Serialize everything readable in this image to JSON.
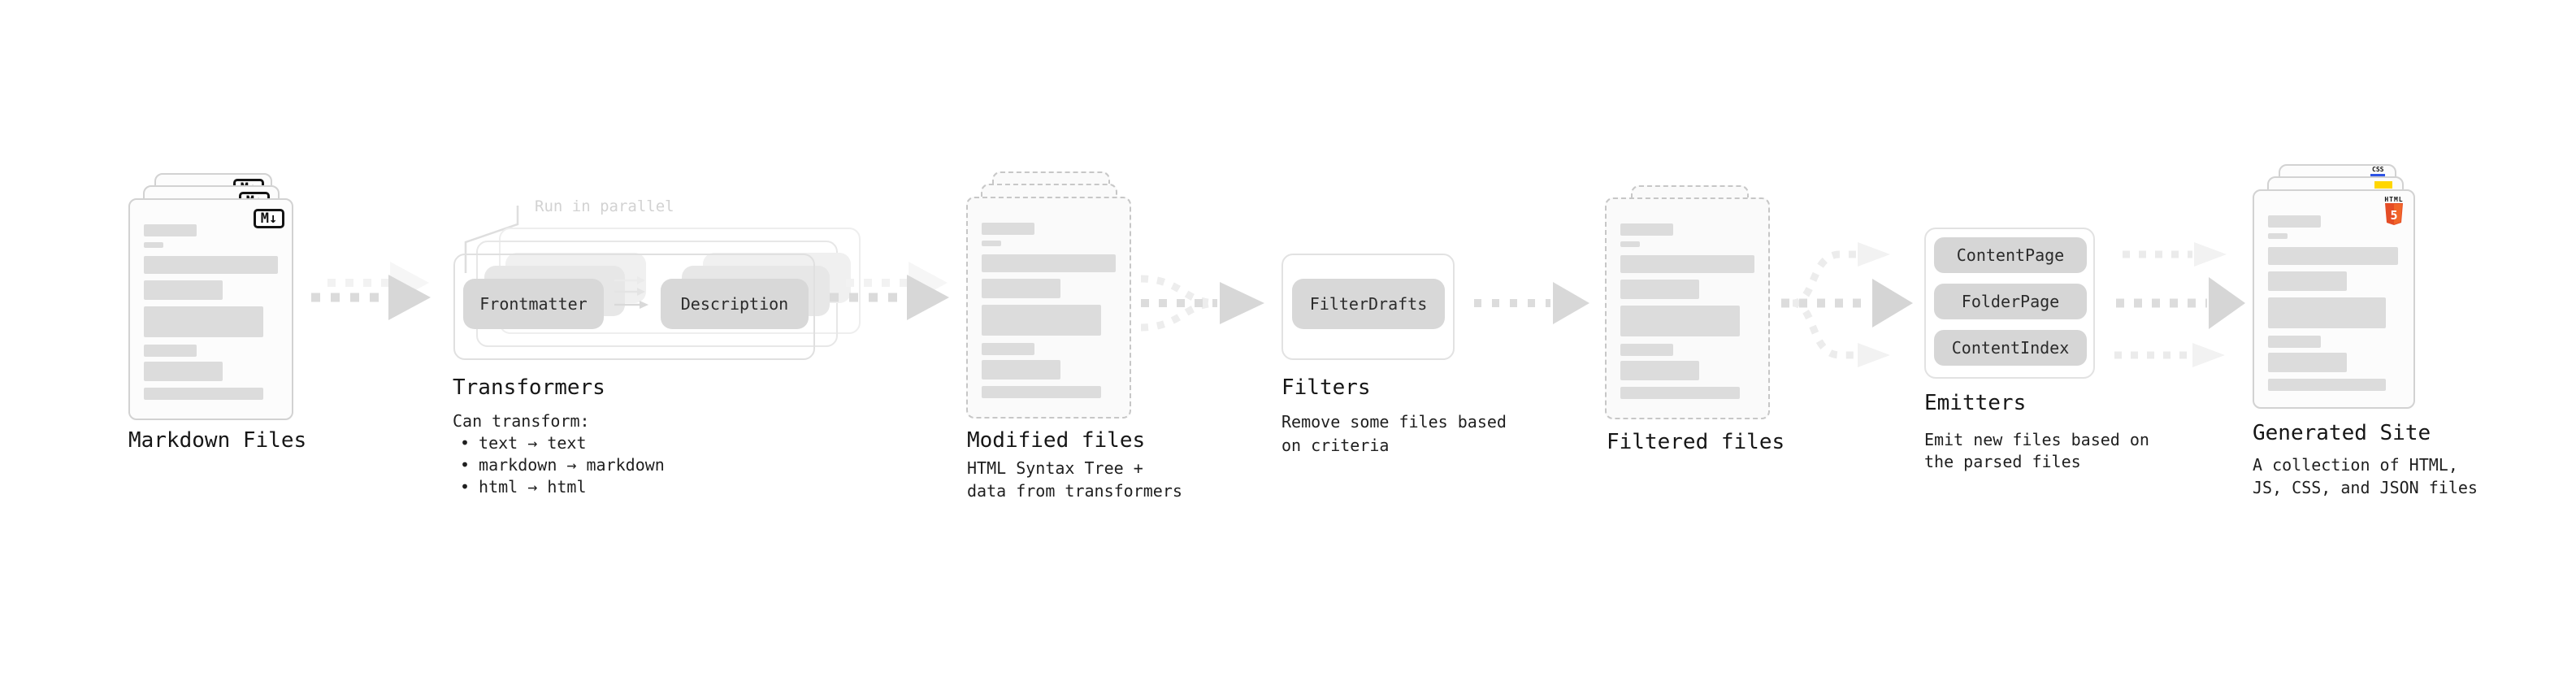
{
  "ui": {
    "bullet": "•"
  },
  "badges": {
    "markdown": "M↓",
    "css": "CSS",
    "html_label": "HTML",
    "html_number": "5"
  },
  "colors": {
    "html5_orange": "#e44d26",
    "html5_orange_light": "#f16529",
    "js_yellow": "#ffd600",
    "css_blue": "#2d53e5",
    "arrow_gray": "#dbdbdb",
    "arrow_ghost": "#f2f2f2",
    "pill_gray": "#d8d8d8"
  },
  "stages": {
    "markdown": {
      "label": "Markdown Files"
    },
    "transformers": {
      "label": "Transformers",
      "annotation": "Run in parallel",
      "pills": [
        "Frontmatter",
        "Description"
      ],
      "caption": "Can transform:",
      "bullets": [
        "text → text",
        "markdown → markdown",
        "html → html"
      ]
    },
    "modified": {
      "label": "Modified files",
      "caption_lines": [
        "HTML Syntax Tree +",
        "data from transformers"
      ]
    },
    "filters": {
      "label": "Filters",
      "pills": [
        "FilterDrafts"
      ],
      "caption_lines": [
        "Remove some files based",
        "on criteria"
      ]
    },
    "filtered": {
      "label": "Filtered files"
    },
    "emitters": {
      "label": "Emitters",
      "pills": [
        "ContentPage",
        "FolderPage",
        "ContentIndex"
      ],
      "caption_lines": [
        "Emit new files based on",
        "the parsed files"
      ]
    },
    "generated": {
      "label": "Generated Site",
      "caption_lines": [
        "A collection of HTML,",
        "JS, CSS, and JSON files"
      ]
    }
  }
}
